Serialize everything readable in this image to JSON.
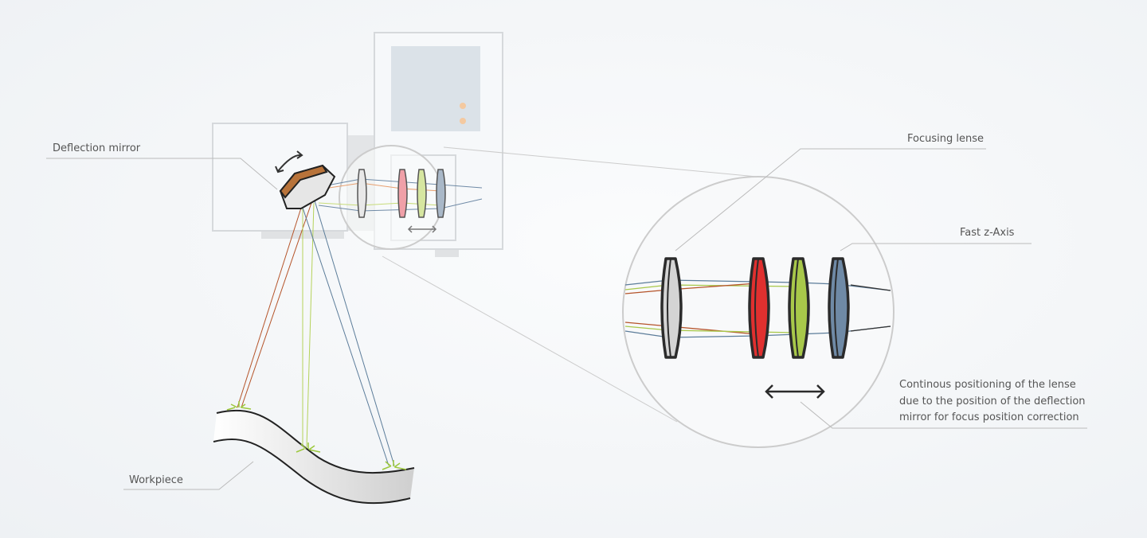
{
  "labels": {
    "deflection_mirror": "Deflection mirror",
    "focusing_lense": "Focusing lense",
    "fast_z_axis": "Fast z-Axis",
    "workpiece": "Workpiece",
    "description_lines": [
      "Continous positioning of the lense",
      "due to the position of the deflection",
      "mirror for focus position correction"
    ]
  },
  "colors": {
    "red": "#e0302f",
    "green": "#a8c84a",
    "blue": "#6f8aa6",
    "gray": "#cfcfcf",
    "mirror": "#b8733a",
    "ray_red": "#b5542a",
    "ray_green": "#b5d25a",
    "ray_blue": "#5c7d9a"
  }
}
